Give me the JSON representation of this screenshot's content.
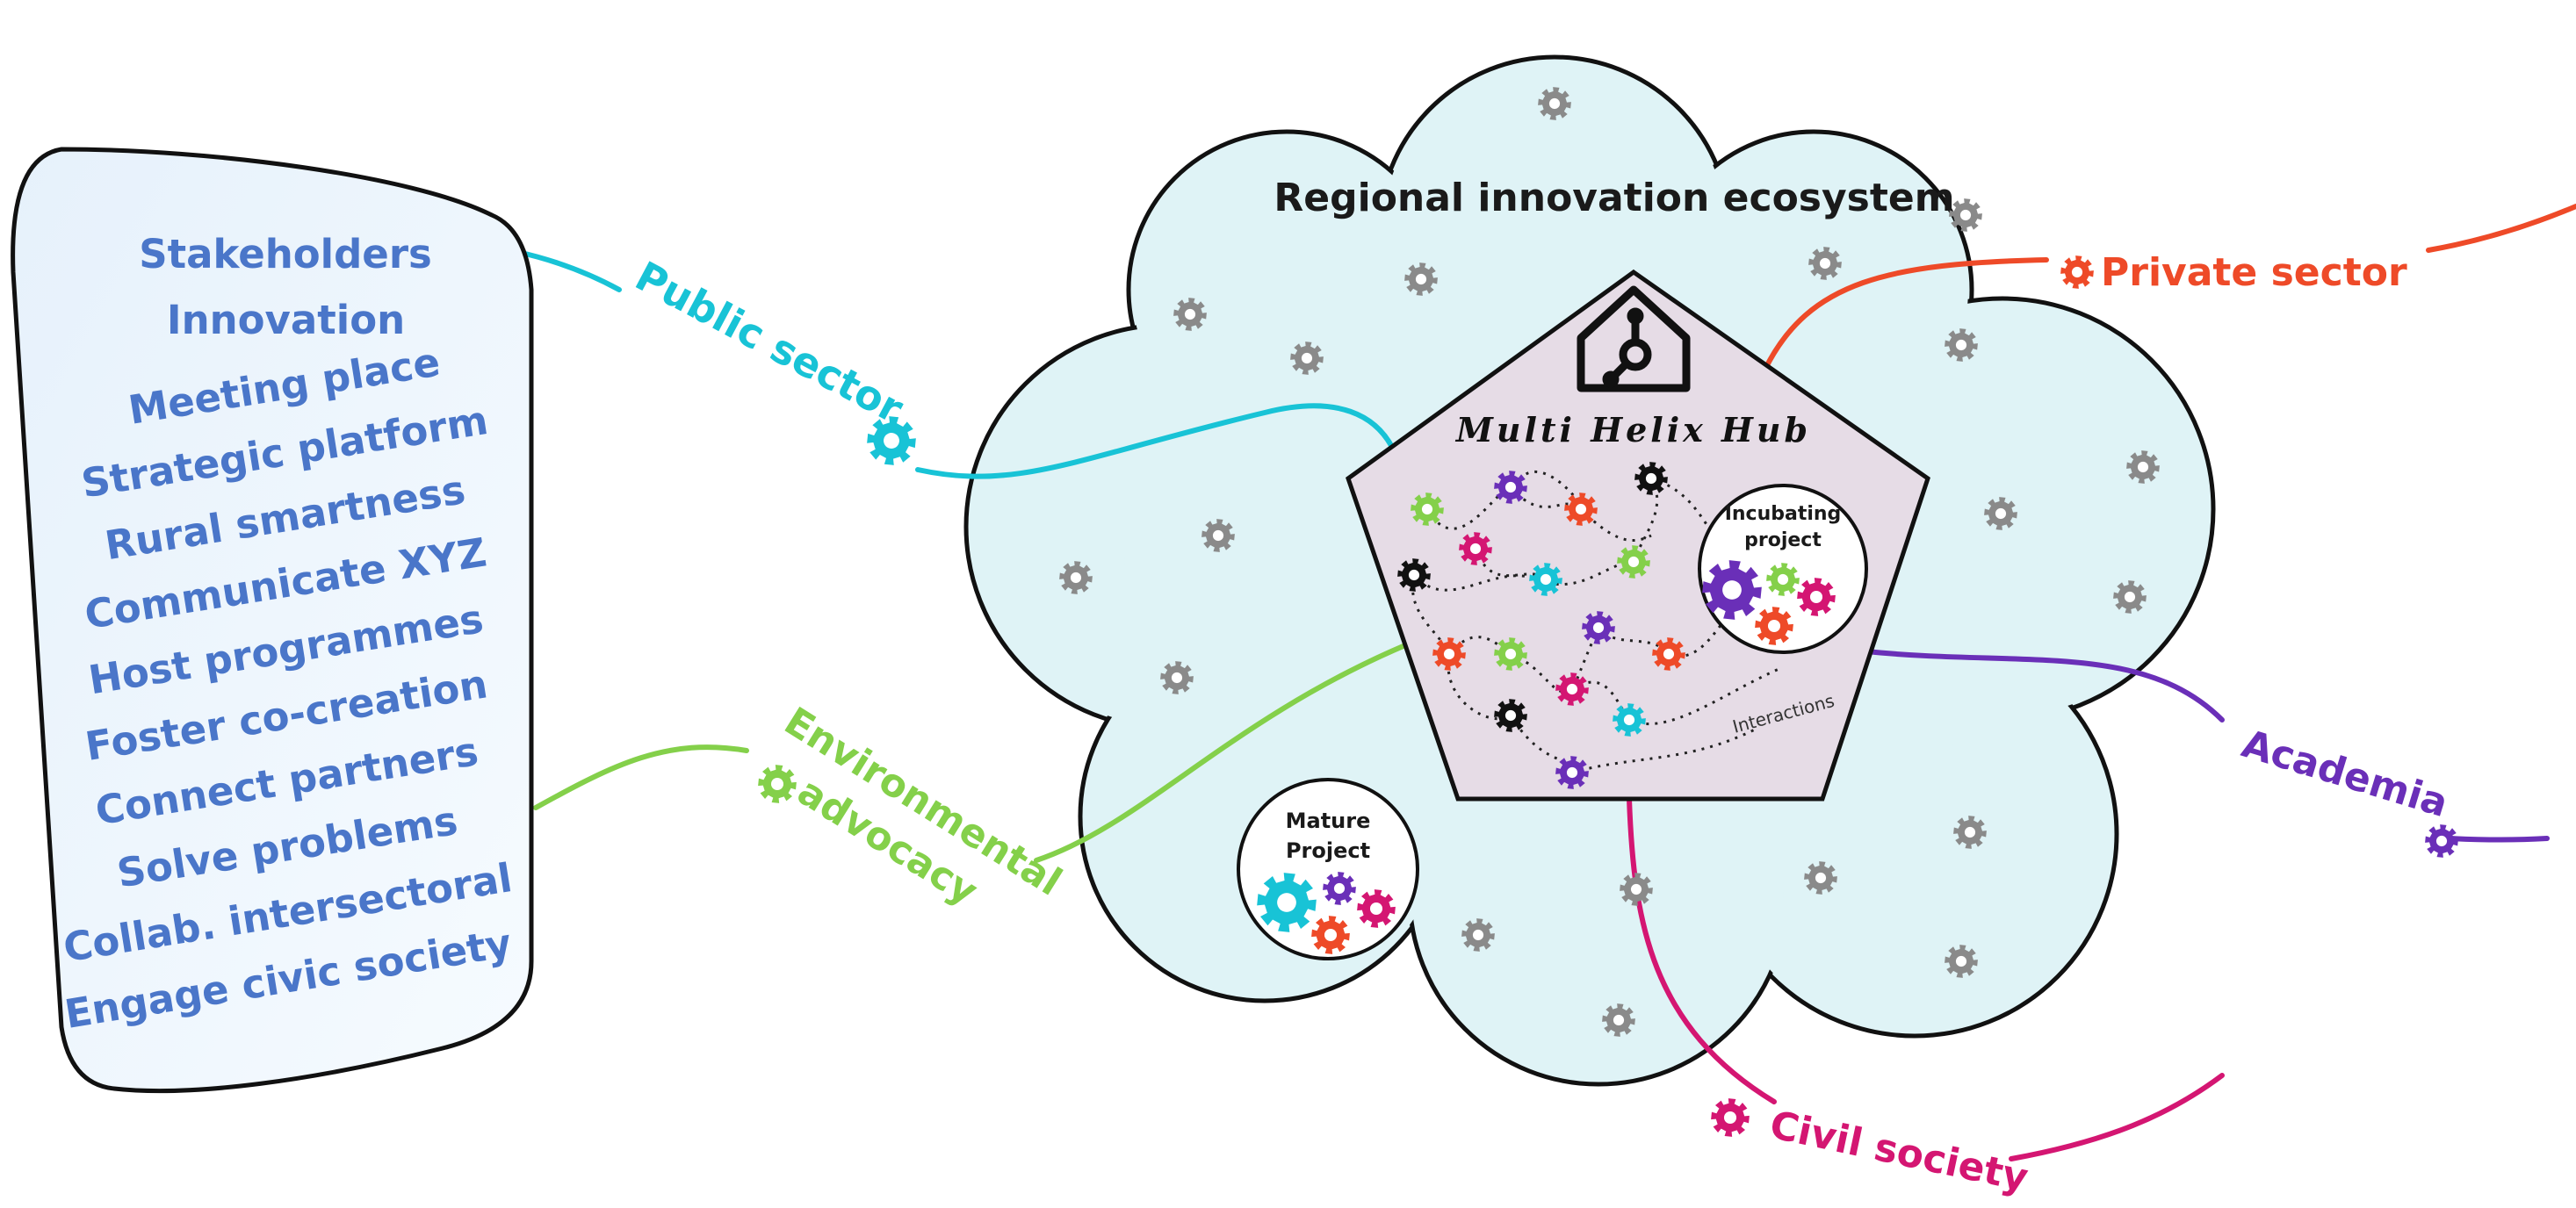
{
  "colors": {
    "public": "#18c3d6",
    "private": "#ee4a28",
    "academia": "#6a2fb8",
    "civil": "#d41672",
    "environmental": "#84d04a",
    "panel_text": "#4a76c9",
    "grey_gear": "#8a8a8a",
    "black_gear": "#111111",
    "cloud_fill": "#dff3f6",
    "hub_fill": "#e6dce6"
  },
  "panel": {
    "items": [
      "Stakeholders",
      "Innovation",
      "Meeting place",
      "Strategic platform",
      "Rural smartness",
      "Communicate XYZ",
      "Host programmes",
      "Foster co-creation",
      "Connect partners",
      "Solve problems",
      "Collab. intersectoral",
      "Engage civic society"
    ]
  },
  "ecosystem": {
    "title": "Regional innovation ecosystem"
  },
  "hub": {
    "title": "Multi Helix Hub",
    "icon": "hub-house-icon",
    "interactions_label": "Interactions",
    "incubating_label_1": "Incubating",
    "incubating_label_2": "project",
    "mature_label_1": "Mature",
    "mature_label_2": "Project"
  },
  "sectors": {
    "public": "Public sector",
    "private": "Private sector",
    "academia": "Academia",
    "civil": "Civil society",
    "environmental_1": "Environmental",
    "environmental_2": "advocacy"
  },
  "icons": {
    "sector_gear": "gear-icon",
    "ecosystem_gear": "gear-icon"
  }
}
